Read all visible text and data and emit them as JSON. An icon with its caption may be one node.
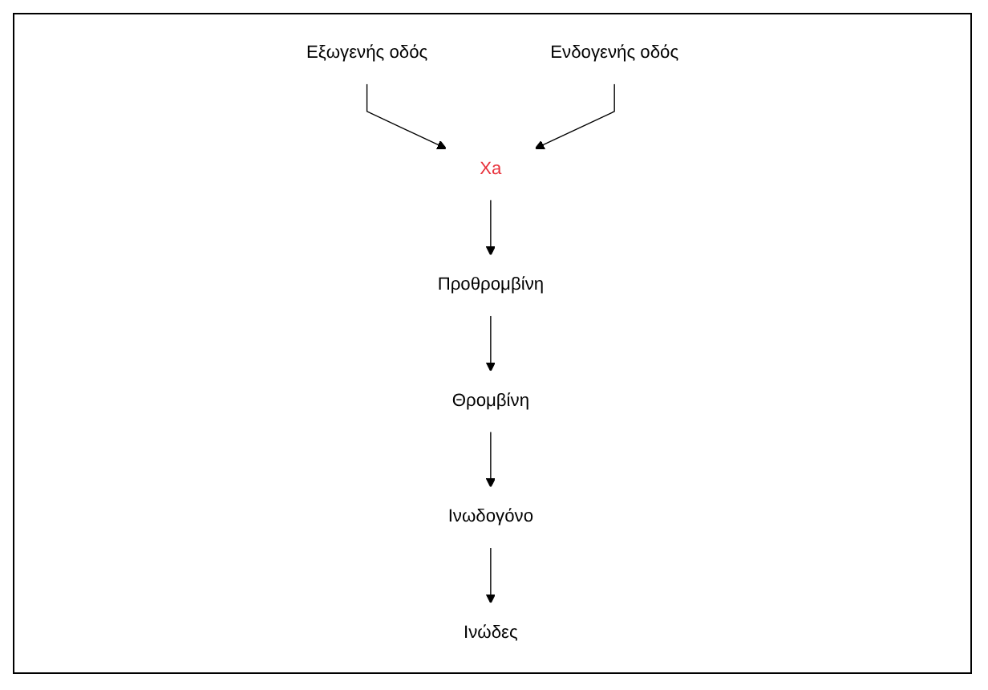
{
  "diagram": {
    "nodes": [
      {
        "text": [
          "Εξωγενής οδός"
        ]
      },
      {
        "text": [
          "Ενδογενής οδός"
        ]
      },
      {
        "text": [
          "Xa"
        ]
      },
      {
        "text": [
          "Προθρομβίνη"
        ]
      },
      {
        "text": [
          "Θρομβίνη"
        ]
      },
      {
        "text": [
          "Ινωδογόνο"
        ]
      },
      {
        "text": [
          "Ινώδες"
        ]
      }
    ],
    "edges": [
      {
        "from": 0,
        "to": 2,
        "arrow": "to"
      },
      {
        "from": 1,
        "to": 2,
        "arrow": "to"
      },
      {
        "from": 2,
        "to": 3,
        "arrow": "to"
      },
      {
        "from": 3,
        "to": 4,
        "arrow": "to"
      },
      {
        "from": 4,
        "to": 5,
        "arrow": "to"
      },
      {
        "from": 5,
        "to": 6,
        "arrow": "to"
      }
    ]
  }
}
